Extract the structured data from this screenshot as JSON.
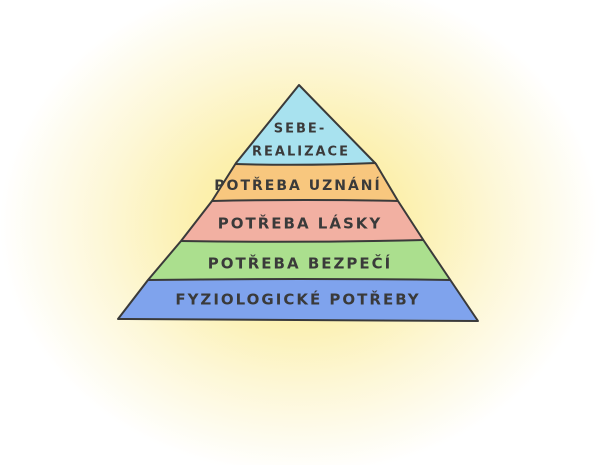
{
  "pyramid": {
    "levels": [
      {
        "id": "self-actualization",
        "lines": [
          "SEBE-",
          "REALIZACE"
        ],
        "color": "#a8e2ef"
      },
      {
        "id": "esteem",
        "lines": [
          "POTŘEBA UZNÁNÍ"
        ],
        "color": "#f8c77e"
      },
      {
        "id": "love",
        "lines": [
          "POTŘEBA LÁSKY"
        ],
        "color": "#f2b0a2"
      },
      {
        "id": "safety",
        "lines": [
          "POTŘEBA BEZPEČÍ"
        ],
        "color": "#abdf8e"
      },
      {
        "id": "physiological",
        "lines": [
          "FYZIOLOGICKÉ POTŘEBY"
        ],
        "color": "#7fa3ed"
      }
    ],
    "outline_color": "#3a3a3a"
  }
}
